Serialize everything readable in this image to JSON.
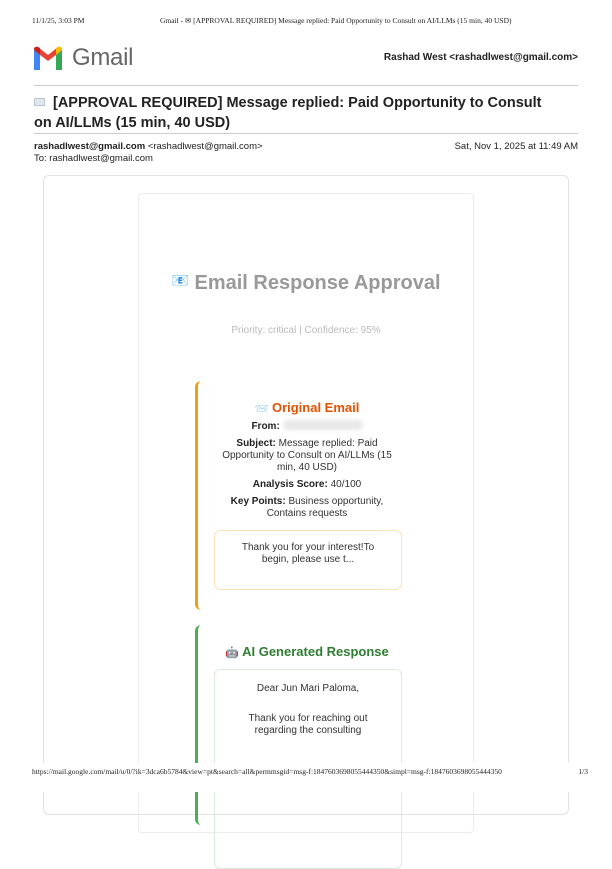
{
  "print_header": {
    "datetime": "11/1/25, 3:03 PM",
    "page_title": "Gmail - ✉ [APPROVAL REQUIRED] Message replied: Paid Opportunity to Consult on AI/LLMs (15 min, 40 USD)"
  },
  "gmail": {
    "logo_text": "Gmail",
    "account": "Rashad West <rashadlwest@gmail.com>"
  },
  "message": {
    "subject": "[APPROVAL REQUIRED] Message replied: Paid Opportunity to Consult on AI/LLMs (15 min, 40 USD)",
    "sender_name": "rashadlwest@gmail.com",
    "sender_email": "<rashadlwest@gmail.com>",
    "to": "To: rashadlwest@gmail.com",
    "date": "Sat, Nov 1, 2025 at 11:49 AM"
  },
  "body": {
    "title": "Email Response Approval",
    "priority_line": "Priority: critical | Confidence: 95%",
    "original": {
      "heading": "Original Email",
      "from_label": "From:",
      "subject_label": "Subject:",
      "subject": "Message replied: Paid Opportunity to Consult on AI/LLMs (15 min, 40 USD)",
      "score_label": "Analysis Score:",
      "score": "40/100",
      "keypoints_label": "Key Points:",
      "keypoints": "Business opportunity, Contains requests",
      "snippet": "Thank you for your interest!To begin, please use t..."
    },
    "response": {
      "heading": "AI Generated Response",
      "greeting": "Dear Jun Mari Paloma,",
      "line1": "Thank you for reaching out regarding the consulting"
    }
  },
  "colors": {
    "orange": "#e65100",
    "green": "#2e7d32"
  },
  "print_footer": {
    "url": "https://mail.google.com/mail/u/0/?ik=3dca6b5784&view=pt&search=all&permmsgid=msg-f:1847603698055444350&simpl=msg-f:1847603698055444350",
    "page": "1/3"
  }
}
